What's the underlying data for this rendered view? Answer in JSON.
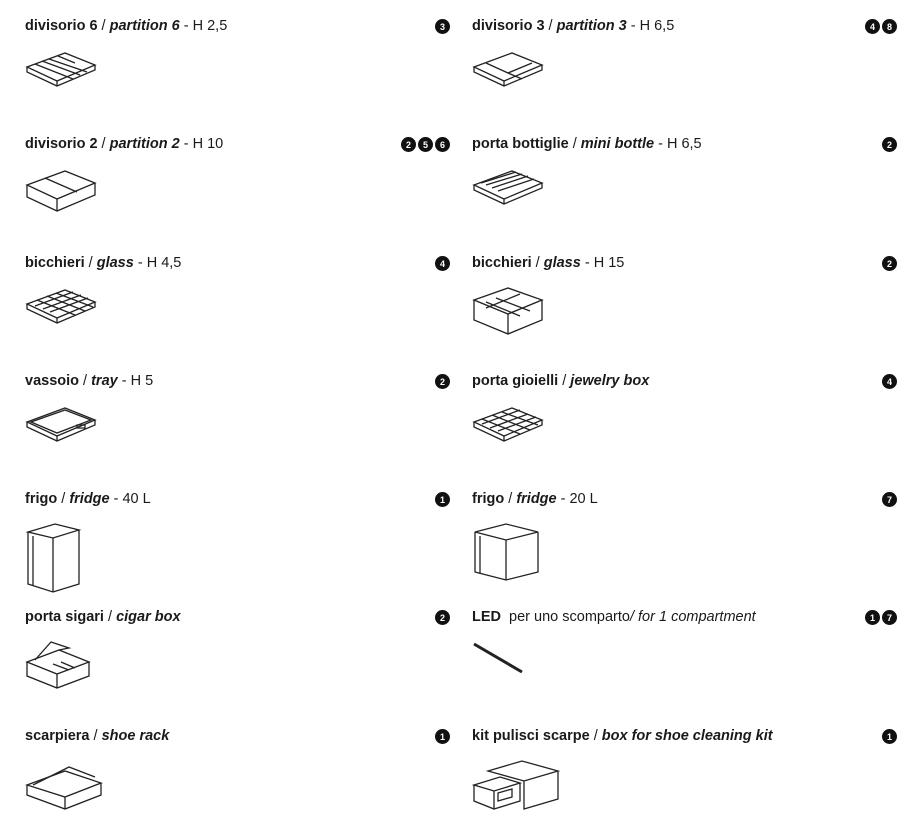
{
  "items": [
    {
      "bold": "divisorio 6",
      "sep": " / ",
      "italic": "partition 6",
      "suffix": " - H 2,5",
      "badges": [
        "3"
      ],
      "icon": "tray-6-icon"
    },
    {
      "bold": "divisorio 3",
      "sep": " / ",
      "italic": "partition 3",
      "suffix": " - H 6,5",
      "badges": [
        "4",
        "8"
      ],
      "icon": "tray-3-icon"
    },
    {
      "bold": "divisorio 2",
      "sep": " / ",
      "italic": "partition 2 ",
      "suffix": " - H 10",
      "badges": [
        "2",
        "5",
        "6"
      ],
      "icon": "tray-2-icon"
    },
    {
      "bold": "porta bottiglie",
      "sep": " / ",
      "italic": "mini bottle",
      "suffix": " - H 6,5",
      "badges": [
        "2"
      ],
      "icon": "bottle-tray-icon"
    },
    {
      "bold": "bicchieri",
      "sep": " / ",
      "italic": "glass",
      "suffix": " - H 4,5",
      "badges": [
        "4"
      ],
      "icon": "glass-tray-icon"
    },
    {
      "bold": "bicchieri",
      "sep": " / ",
      "italic": "glass",
      "suffix": " - H 15",
      "badges": [
        "2"
      ],
      "icon": "glass-box-icon"
    },
    {
      "bold": "vassoio",
      "sep": " / ",
      "italic": "tray",
      "suffix": " - H 5",
      "badges": [
        "2"
      ],
      "icon": "tray-icon"
    },
    {
      "bold": "porta gioielli",
      "sep": " / ",
      "italic": "jewelry box",
      "suffix": "",
      "badges": [
        "4"
      ],
      "icon": "jewelry-box-icon"
    },
    {
      "bold": "frigo",
      "sep": " / ",
      "italic": "fridge",
      "suffix": " - 40 L",
      "badges": [
        "1"
      ],
      "icon": "fridge-40-icon"
    },
    {
      "bold": "frigo",
      "sep": " / ",
      "italic": "fridge",
      "suffix": " - 20 L",
      "badges": [
        "7"
      ],
      "icon": "fridge-20-icon"
    },
    {
      "bold": "porta sigari",
      "sep": " / ",
      "italic": "cigar box",
      "suffix": "",
      "badges": [
        "2"
      ],
      "icon": "cigar-box-icon"
    },
    {
      "bold": "LED",
      "sep": "  per uno scomparto",
      "italic": "/ for 1 compartment",
      "suffix": "",
      "badges": [
        "1",
        "7"
      ],
      "icon": "led-strip-icon"
    },
    {
      "bold": "scarpiera",
      "sep": " / ",
      "italic": "shoe rack",
      "suffix": "",
      "badges": [
        "1"
      ],
      "icon": "shoe-rack-icon"
    },
    {
      "bold": "kit pulisci scarpe",
      "sep": " / ",
      "italic": "box for shoe cleaning kit",
      "suffix": "",
      "badges": [
        "1"
      ],
      "icon": "shoe-kit-box-icon"
    }
  ]
}
